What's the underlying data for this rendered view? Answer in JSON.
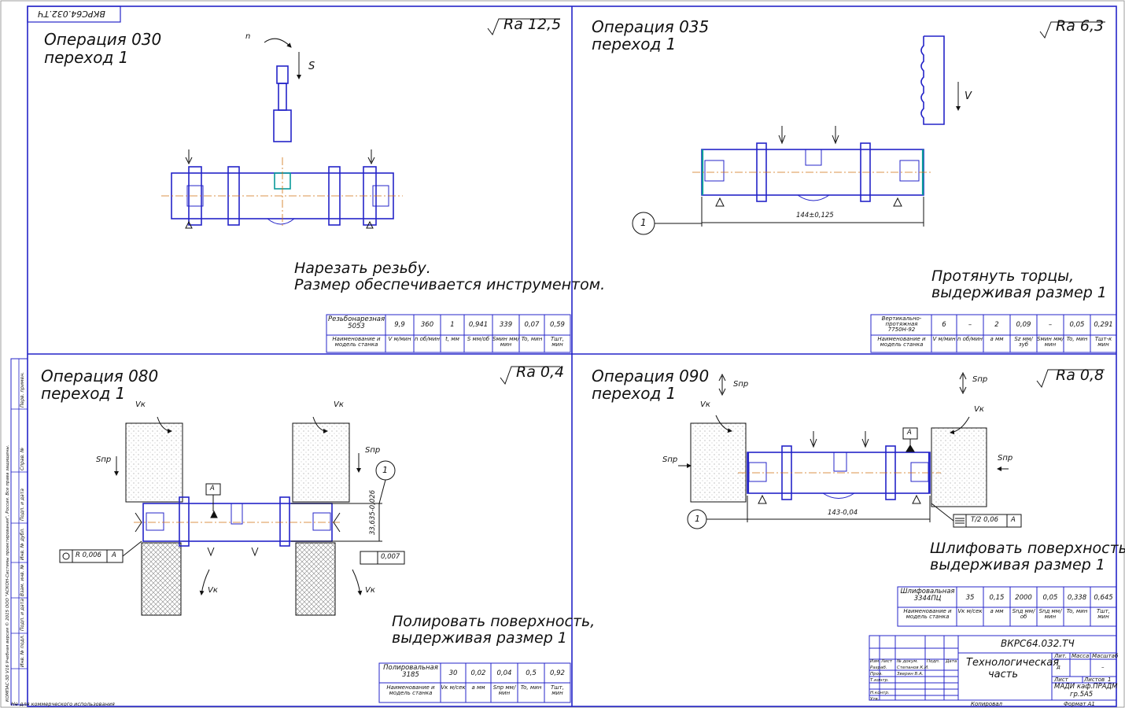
{
  "stamp_code_rotated": "ВКРС64.032.ТЧ",
  "ops": [
    {
      "title1": "Операция 030",
      "title2": "переход 1",
      "ra": "Ra 12,5",
      "note1": "Нарезать резьбу.",
      "note2": "Размер обеспечивается инструментом.",
      "machine": "Резьбонарезная 5053",
      "values": [
        "9,9",
        "360",
        "1",
        "0,941",
        "339",
        "0,07",
        "0,59"
      ],
      "headers": [
        "Наименование и модель станка",
        "V м/мин",
        "n об/мин",
        "t, мм",
        "S мм/об",
        "Sмин мм/мин",
        "To, мин",
        "Tшт, мин"
      ],
      "labels": {
        "n": "n",
        "s": "S"
      }
    },
    {
      "title1": "Операция 035",
      "title2": "переход 1",
      "ra": "Ra 6,3",
      "note1": "Протянуть торцы,",
      "note2": "выдерживая размер 1",
      "machine": "Вертикально-протяжная 7750Н-92",
      "values": [
        "6",
        "–",
        "2",
        "0,09",
        "–",
        "0,05",
        "0,291"
      ],
      "headers": [
        "Наименование и модель станка",
        "V м/мин",
        "n об/мин",
        "a мм",
        "Sz мм/зуб",
        "Sмин мм/мин",
        "To, мин",
        "Tшт-к мин"
      ],
      "labels": {
        "v": "V",
        "dim": "144±0,125",
        "callout": "1"
      }
    },
    {
      "title1": "Операция 080",
      "title2": "переход 1",
      "ra": "Ra 0,4",
      "note1": "Полировать поверхность,",
      "note2": "выдерживая размер 1",
      "machine": "Полировальная 3185",
      "values": [
        "30",
        "0,02",
        "0,04",
        "0,5",
        "0,92"
      ],
      "headers": [
        "Наименование и модель станка",
        "Vк м/сек",
        "a мм",
        "Sпр мм/мин",
        "To, мин",
        "Tшт, мин"
      ],
      "labels": {
        "vk": "Vк",
        "spr": "Sпр",
        "dim": "33,635-0,026",
        "callout": "1",
        "tol1": "R 0,006",
        "datum": "A",
        "tol2": "0,007"
      }
    },
    {
      "title1": "Операция 090",
      "title2": "переход 1",
      "ra": "Ra 0,8",
      "note1": "Шлифовать поверхность,",
      "note2": "выдерживая размер 1",
      "machine": "Шлифовальная 3344ПЦ",
      "values": [
        "35",
        "0,15",
        "2000",
        "0,05",
        "0,338",
        "0,645"
      ],
      "headers": [
        "Наименование и модель станка",
        "Vк м/сек",
        "a мм",
        "Snд мм/об",
        "Snд мм/мин",
        "To, мин",
        "Tшт, мин"
      ],
      "labels": {
        "vk": "Vк",
        "spr": "Sпр",
        "dim": "143-0,04",
        "callout": "1",
        "tol": "T/2 0,06",
        "datum": "A"
      }
    }
  ],
  "title_block": {
    "code": "ВКРС64.032.ТЧ",
    "name1": "Технологическая",
    "name2": "часть",
    "org1": "МАДИ каф.ПРАДМ",
    "org2": "гр.5А5",
    "rows": [
      "Изм.",
      "Лист",
      "№ докум.",
      "Подп.",
      "Дата",
      "Разраб.",
      "Степанов К.И.",
      "Пров.",
      "Зверин В.А.",
      "Т.контр.",
      "Н.контр.",
      "Утв."
    ],
    "lit": "Лит.",
    "mass": "Масса",
    "scale": "Масштаб",
    "sheet": "Лист",
    "sheets": "Листов",
    "sheets_n": "1",
    "lit_val": "д",
    "scale_val": "–",
    "copied": "Копировал",
    "format": "Формат  A1"
  },
  "side": [
    "Перв. примен.",
    "Справ. №",
    "Подп. и дата",
    "Инв. № дубл.",
    "Взам. инв. №",
    "Подп. и дата",
    "Инв. № подл."
  ],
  "side_kompas": "КОМПАС-3D V16 Учебная версия © 2015 ООО \"АСКОН-Системы проектирования\", Россия. Все права защищены.",
  "footer": "Не для коммерческого использования"
}
